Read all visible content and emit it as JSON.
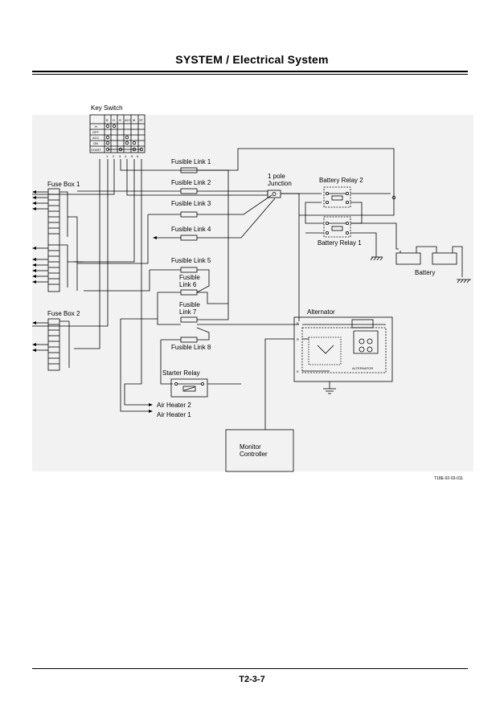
{
  "header": {
    "title": "SYSTEM / Electrical System"
  },
  "diagram": {
    "key_switch": {
      "label": "Key Switch",
      "columns": [
        "B",
        "G",
        "G",
        "ACC",
        "M",
        "ST"
      ],
      "rows": [
        "H",
        "OFF",
        "ACC",
        "ON",
        "START"
      ],
      "terminals": [
        "1",
        "2",
        "3",
        "4",
        "5",
        "6"
      ]
    },
    "fuse_box_1": "Fuse Box 1",
    "fuse_box_2": "Fuse Box 2",
    "fusible_link_1": "Fusible Link 1",
    "fusible_link_2": "Fusible Link 2",
    "fusible_link_3": "Fusible Link 3",
    "fusible_link_4": "Fusible Link 4",
    "fusible_link_5": "Fusible Link 5",
    "fusible_link_6": [
      "Fusible",
      "Link 6"
    ],
    "fusible_link_7": [
      "Fusible",
      "Link 7"
    ],
    "fusible_link_8": "Fusible Link 8",
    "junction": [
      "1 pole",
      "Junction"
    ],
    "battery_relay_2": "Battery Relay 2",
    "battery_relay_1": "Battery Relay 1",
    "battery": "Battery",
    "alternator": "Alternator",
    "alternator_inner": "ALTERNATOR",
    "alternator_terminals": [
      "B",
      "R",
      "E"
    ],
    "starter_relay": "Starter Relay",
    "air_heater_2": "Air Heater 2",
    "air_heater_1": "Air Heater 1",
    "monitor_controller": [
      "Monitor",
      "Controller"
    ],
    "figure_id": "T18E-02-03-011"
  },
  "footer": {
    "page_number": "T2-3-7"
  }
}
